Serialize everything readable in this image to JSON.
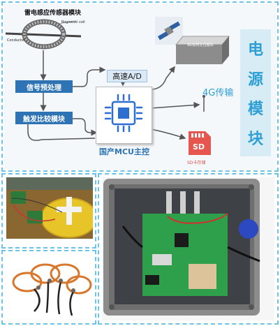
{
  "diagram": {
    "sensor_title": "雷电感应传感器模块",
    "sensor_sublabel_rogowski": "Rogowski coil",
    "sensor_sublabel_conductor": "Conductor",
    "signal_preprocess": "信号预处理",
    "trigger_compare": "触发比较模块",
    "adc_label": "高速A/D",
    "mcu_label": "国产MCU主控",
    "bd_module": "BD授时定位模块",
    "lte_label": "4G传输",
    "sd_label": "SD卡存储",
    "sd_icon_text": "SD",
    "power_module": [
      "电",
      "源",
      "模",
      "块"
    ]
  },
  "colors": {
    "accent_blue": "#2e74b5",
    "power_text": "#2e9fd6",
    "dashed_border": "#6cc3e8",
    "mcu_blue": "#2d6fd1",
    "sd_red": "#e5564f"
  }
}
